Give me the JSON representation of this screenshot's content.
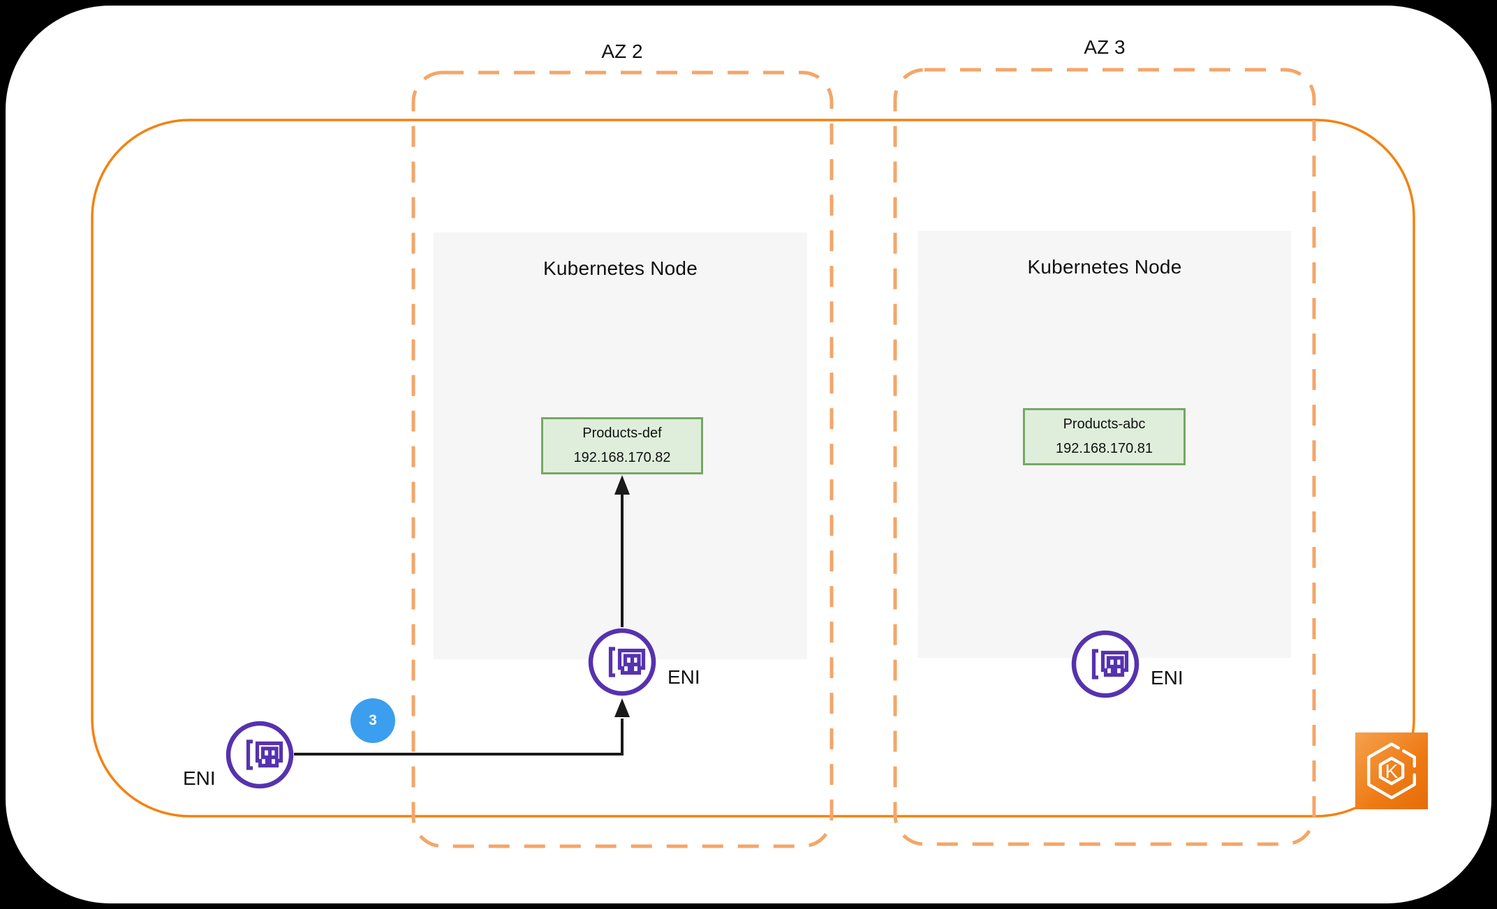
{
  "canvas": {
    "background": "#ffffff",
    "outer_background": "#000000"
  },
  "vpc": {
    "border_color": "#F3820F"
  },
  "zones": [
    {
      "label": "AZ 2",
      "border_color": "#F3A669",
      "node": {
        "title": "Kubernetes Node",
        "pod": {
          "name": "Products-def",
          "ip": "192.168.170.82"
        },
        "eni_label": "ENI"
      }
    },
    {
      "label": "AZ 3",
      "border_color": "#F3A669",
      "node": {
        "title": "Kubernetes Node",
        "pod": {
          "name": "Products-abc",
          "ip": "192.168.170.81"
        },
        "eni_label": "ENI"
      }
    }
  ],
  "external_eni": {
    "label": "ENI"
  },
  "step_badge": {
    "value": "3",
    "color": "#3B9EEF"
  },
  "eks_icon": {
    "letter": "K"
  },
  "connections": [
    {
      "from": "external-eni",
      "to": "az2-node-eni",
      "step": "3"
    },
    {
      "from": "az2-node-eni",
      "to": "pod-products-def"
    }
  ],
  "colors": {
    "node_background": "#F5F6F5",
    "pod_background": "#DFEEDB",
    "pod_border": "#76A865",
    "eni_purple": "#5632AF",
    "arrow": "#1A1A1A"
  }
}
